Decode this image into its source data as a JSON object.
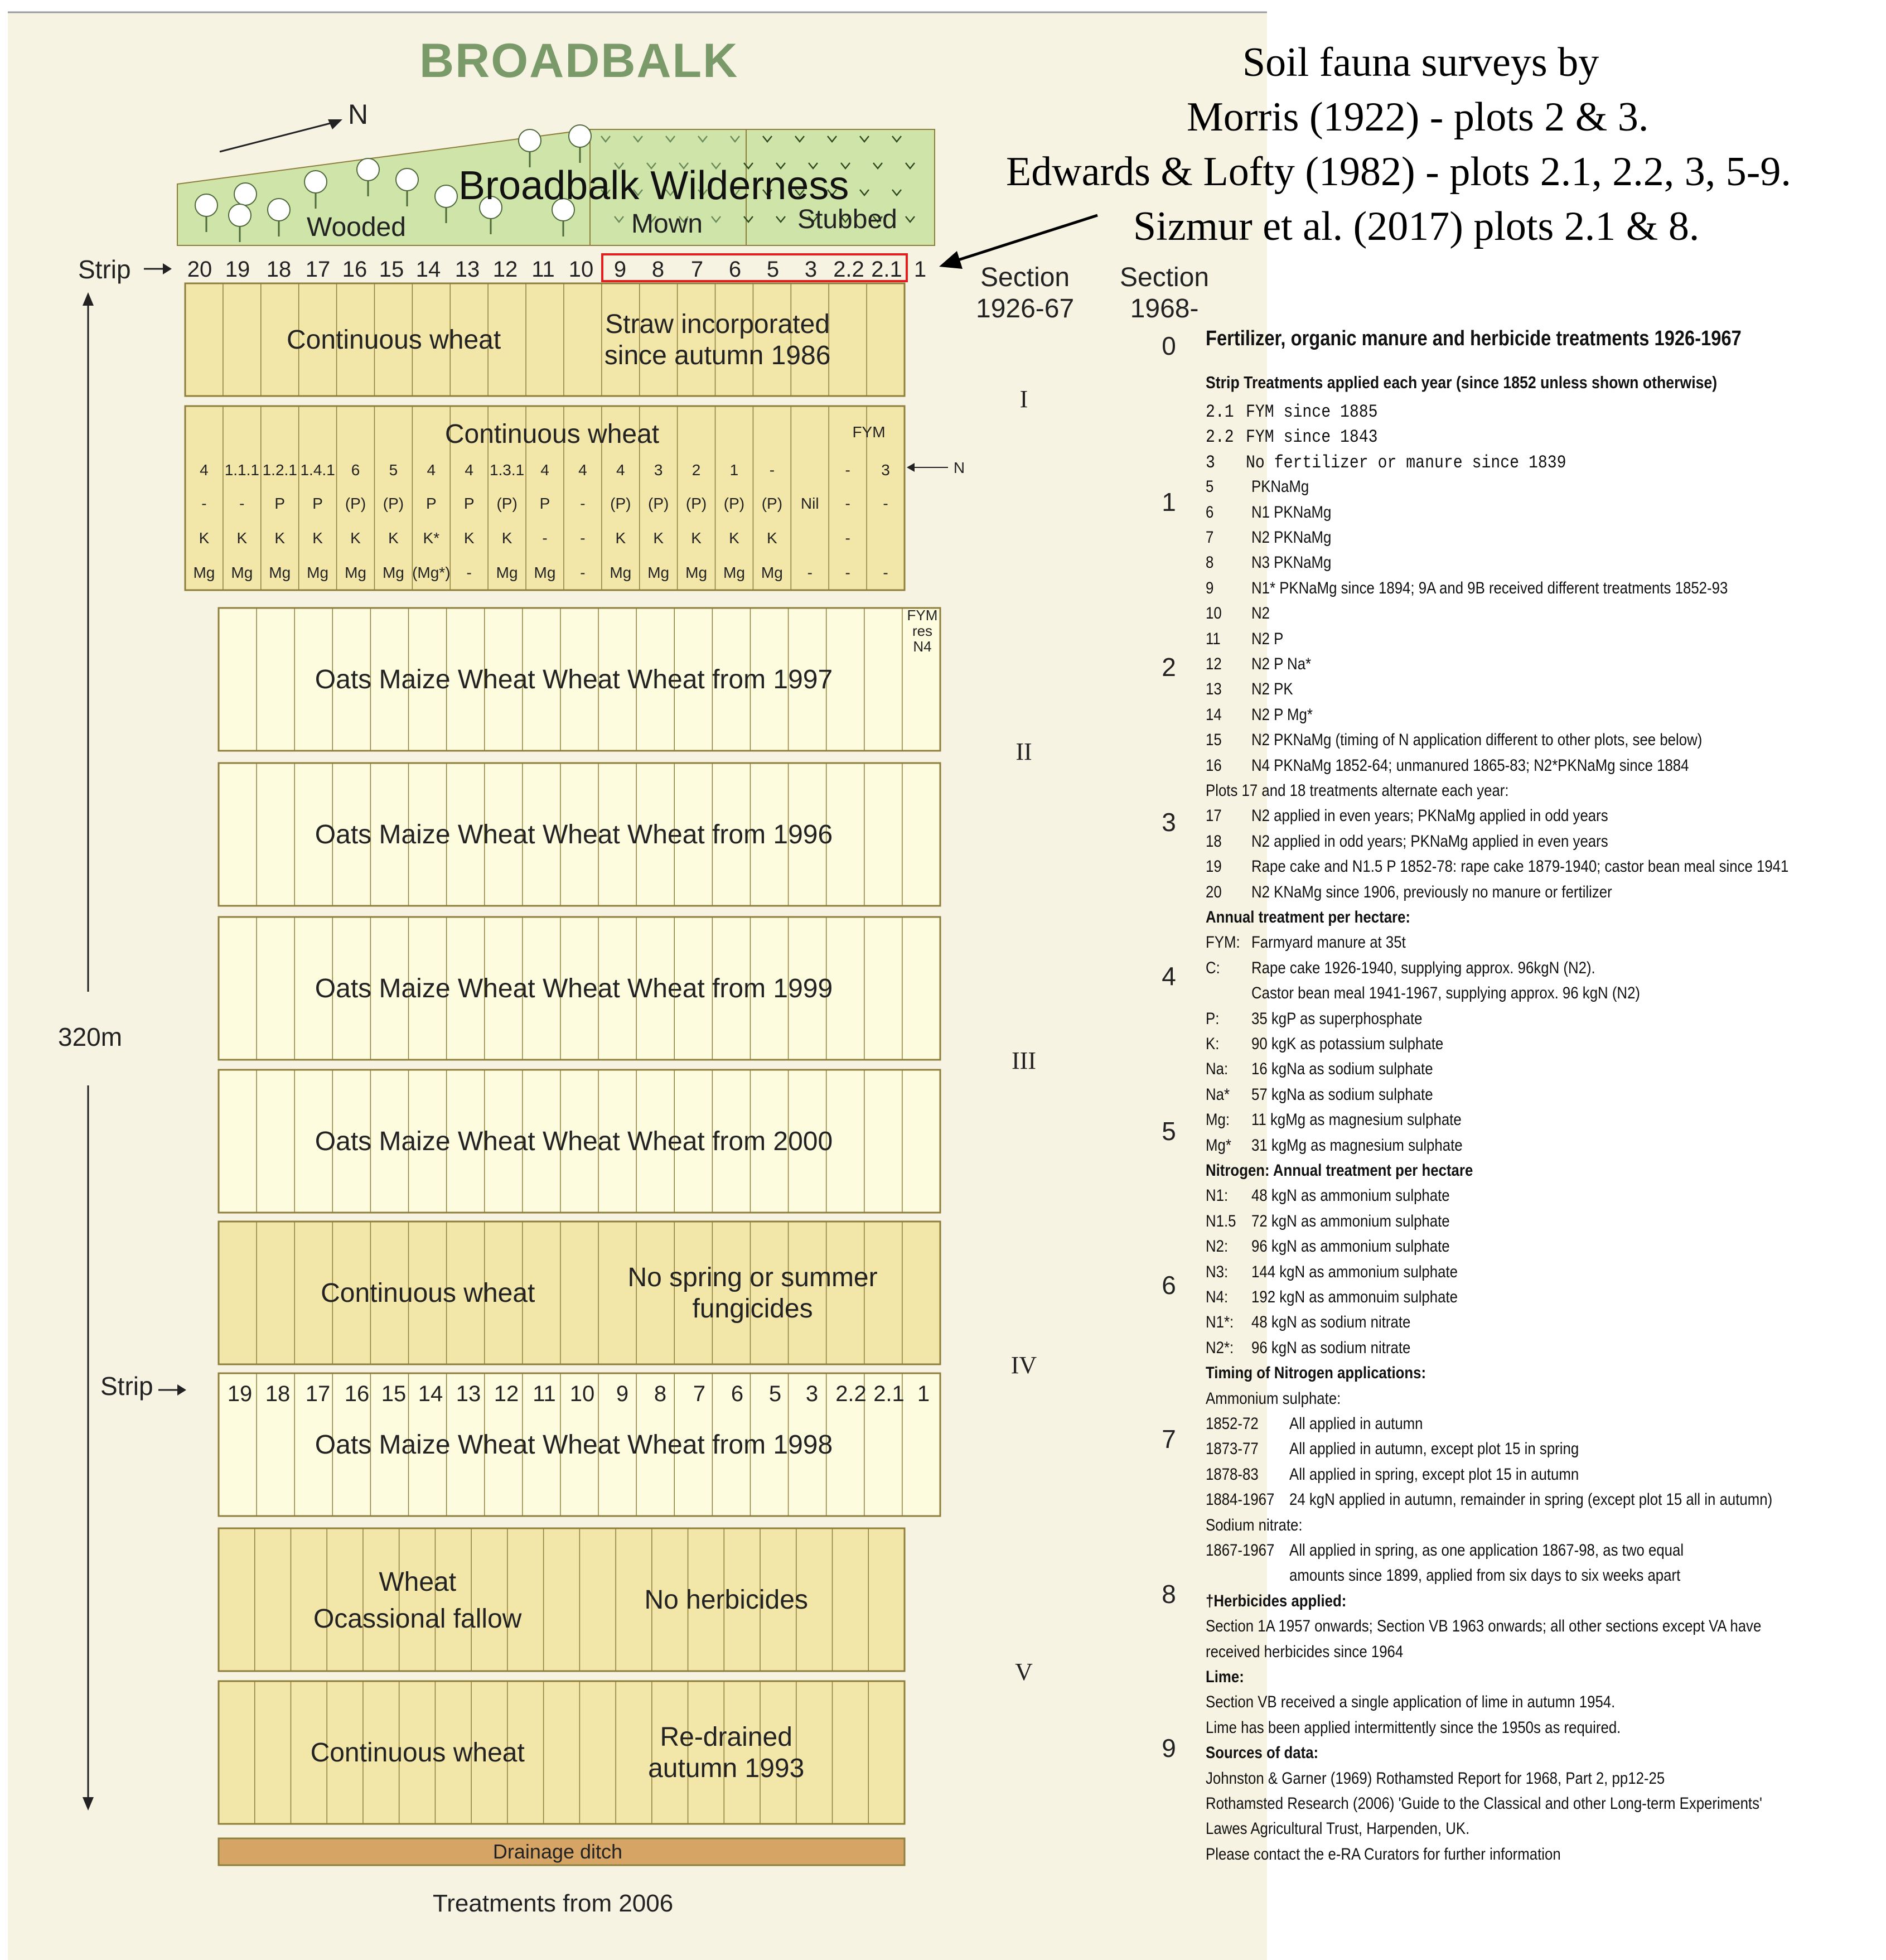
{
  "colors": {
    "panel_bg": "#f7f3e3",
    "strip_light": "#fefcde",
    "strip_dark": "#f2e6a8",
    "border": "#8e7e3c",
    "wilderness": "#cfe4a8",
    "ditch": "#d6a566",
    "title_green": "#7a9a6a",
    "highlight_red": "#e02020"
  },
  "title": "BROADBALK",
  "north_label": "N",
  "survey": {
    "lines": [
      "Soil fauna surveys by",
      "Morris (1922) - plots 2 & 3.",
      "Edwards & Lofty (1982) - plots 2.1, 2.2, 3, 5-9.",
      "Sizmur et al. (2017) plots 2.1 & 8."
    ]
  },
  "wilderness": {
    "title": "Broadbalk Wilderness",
    "wooded": "Wooded",
    "mown": "Mown",
    "stubbed": "Stubbed"
  },
  "strip_label": "Strip",
  "strip_numbers_top": [
    "20",
    "19",
    "18",
    "17",
    "16",
    "15",
    "14",
    "13",
    "12",
    "11",
    "10",
    "9",
    "8",
    "7",
    "6",
    "5",
    "3",
    "2.2",
    "2.1",
    "1"
  ],
  "strip_numbers_lower": [
    "19",
    "18",
    "17",
    "16",
    "15",
    "14",
    "13",
    "12",
    "11",
    "10",
    "9",
    "8",
    "7",
    "6",
    "5",
    "3",
    "2.2",
    "2.1",
    "1"
  ],
  "section_headers": {
    "old": "Section\n1926-67",
    "new": "Section\n1968-"
  },
  "roman_sections": [
    "I",
    "II",
    "III",
    "IV",
    "V"
  ],
  "new_section_numbers": [
    "0",
    "1",
    "2",
    "3",
    "4",
    "5",
    "6",
    "7",
    "8",
    "9"
  ],
  "length_label": "320m",
  "sections": [
    {
      "label_left": "Continuous wheat",
      "label_right": "Straw incorporated\nsince autumn 1986"
    },
    {
      "label_center": "Continuous wheat"
    },
    {
      "label_center": "Oats Maize Wheat Wheat Wheat from 1997"
    },
    {
      "label_center": "Oats Maize Wheat Wheat Wheat from 1996"
    },
    {
      "label_center": "Oats Maize Wheat Wheat Wheat from 1999"
    },
    {
      "label_center": "Oats Maize Wheat Wheat Wheat from 2000"
    },
    {
      "label_left": "Continuous wheat",
      "label_right": "No spring or summer\nfungicides"
    },
    {
      "label_center": "Oats Maize Wheat Wheat Wheat from 1998"
    },
    {
      "label_left": "Wheat\nOcassional fallow",
      "label_right": "No herbicides"
    },
    {
      "label_left": "Continuous wheat",
      "label_right": "Re-drained\nautumn 1993"
    }
  ],
  "sec1_fym": "FYM",
  "fym_res": "FYM\nres\nN4",
  "treatment_table": {
    "rows": [
      [
        "4",
        "1.1.1",
        "1.2.1",
        "1.4.1",
        "6",
        "5",
        "4",
        "4",
        "1.3.1",
        "4",
        "4",
        "4",
        "3",
        "2",
        "1",
        "-",
        "",
        "-",
        "3"
      ],
      [
        "-",
        "-",
        "P",
        "P",
        "(P)",
        "(P)",
        "P",
        "P",
        "(P)",
        "P",
        "-",
        "(P)",
        "(P)",
        "(P)",
        "(P)",
        "(P)",
        "Nil",
        "-",
        "-"
      ],
      [
        "K",
        "K",
        "K",
        "K",
        "K",
        "K",
        "K*",
        "K",
        "K",
        "-",
        "-",
        "K",
        "K",
        "K",
        "K",
        "K",
        "",
        "-",
        ""
      ],
      [
        "Mg",
        "Mg",
        "Mg",
        "Mg",
        "Mg",
        "Mg",
        "(Mg*)",
        "-",
        "Mg",
        "Mg",
        "-",
        "Mg",
        "Mg",
        "Mg",
        "Mg",
        "Mg",
        "-",
        "-",
        "-"
      ]
    ]
  },
  "ditch_label": "Drainage ditch",
  "footer": "Treatments  from 2006",
  "legend": {
    "title": "Fertilizer, organic manure  and herbicide treatments 1926-1967",
    "subtitle": "Strip  Treatments applied each year (since 1852 unless shown otherwise)",
    "strip_entries": [
      {
        "code": "2.1",
        "text": "FYM since 1885",
        "mono": true
      },
      {
        "code": "2.2",
        "text": "FYM since 1843",
        "mono": true
      },
      {
        "code": "3",
        "text": "No fertilizer or manure since 1839",
        "mono": true
      },
      {
        "code": "5",
        "text": "PKNaMg"
      },
      {
        "code": "6",
        "text": "N1 PKNaMg"
      },
      {
        "code": "7",
        "text": "N2 PKNaMg"
      },
      {
        "code": "8",
        "text": "N3 PKNaMg"
      },
      {
        "code": "9",
        "text": "N1* PKNaMg since 1894; 9A and 9B received different treatments 1852-93"
      },
      {
        "code": "10",
        "text": "N2"
      },
      {
        "code": "11",
        "text": "N2 P"
      },
      {
        "code": "12",
        "text": "N2 P Na*"
      },
      {
        "code": "13",
        "text": "N2 PK"
      },
      {
        "code": "14",
        "text": "N2 P Mg*"
      },
      {
        "code": "15",
        "text": "N2 PKNaMg (timing of N application different to other plots, see below)"
      },
      {
        "code": "16",
        "text": "N4 PKNaMg 1852-64; unmanured 1865-83; N2*PKNaMg since 1884"
      }
    ],
    "plots_note": "Plots 17 and 18 treatments alternate each year:",
    "alt_entries": [
      {
        "code": "17",
        "text": "N2 applied in even years; PKNaMg applied in odd years"
      },
      {
        "code": "18",
        "text": "N2 applied in odd years; PKNaMg applied in even years"
      },
      {
        "code": "19",
        "text": "Rape cake and N1.5 P 1852-78: rape cake 1879-1940; castor bean meal since 1941"
      },
      {
        "code": "20",
        "text": "N2 KNaMg since 1906, previously no manure or fertilizer"
      }
    ],
    "annual_heading": "Annual treatment per hectare:",
    "annual_entries": [
      {
        "code": "FYM:",
        "text": "Farmyard manure at 35t"
      },
      {
        "code": "C:",
        "text": "Rape cake 1926-1940, supplying approx. 96kgN (N2)."
      },
      {
        "code": "",
        "text": "Castor bean meal 1941-1967, supplying approx. 96 kgN (N2)"
      },
      {
        "code": "P:",
        "text": "35 kgP as superphosphate"
      },
      {
        "code": "K:",
        "text": "90 kgK as potassium sulphate"
      },
      {
        "code": "Na:",
        "text": "16 kgNa as sodium sulphate"
      },
      {
        "code": "Na*",
        "text": "57 kgNa as sodium sulphate"
      },
      {
        "code": "Mg:",
        "text": "11 kgMg as magnesium sulphate"
      },
      {
        "code": "Mg*",
        "text": "31 kgMg as magnesium sulphate"
      }
    ],
    "nitrogen_heading": "Nitrogen: Annual treatment per hectare",
    "nitrogen_entries": [
      {
        "code": "N1:",
        "text": "48 kgN as ammonium sulphate"
      },
      {
        "code": "N1.5",
        "text": "72 kgN as ammonium sulphate"
      },
      {
        "code": "N2:",
        "text": "96 kgN as ammonium sulphate"
      },
      {
        "code": "N3:",
        "text": "144 kgN as ammonium sulphate"
      },
      {
        "code": "N4:",
        "text": "192 kgN as ammonuim sulphate"
      },
      {
        "code": "N1*:",
        "text": "48 kgN as sodium nitrate"
      },
      {
        "code": "N2*:",
        "text": "96 kgN as sodium nitrate"
      }
    ],
    "timing_heading": "Timing of Nitrogen applications:",
    "ammonium_label": "Ammonium sulphate:",
    "timing_entries": [
      {
        "code": "1852-72",
        "text": "All applied in autumn"
      },
      {
        "code": "1873-77",
        "text": "All applied in autumn, except plot 15 in spring"
      },
      {
        "code": "1878-83",
        "text": "All applied in spring, except plot 15 in autumn"
      },
      {
        "code": "1884-1967",
        "text": "24 kgN applied in autumn, remainder in spring (except plot 15 all in autumn)"
      }
    ],
    "sodium_label": "Sodium nitrate:",
    "sodium_entries": [
      {
        "code": "1867-1967",
        "text": "All applied in spring, as one application 1867-98, as two equal"
      },
      {
        "code": "",
        "text": "amounts since 1899, applied from six days to six weeks apart"
      }
    ],
    "herbicide_heading": "†Herbicides applied:",
    "herbicide_lines": [
      "Section 1A 1957 onwards; Section VB 1963 onwards; all other sections except VA have",
      "received herbicides since 1964"
    ],
    "lime_heading": "Lime:",
    "lime_lines": [
      "Section VB received a single application of lime in autumn 1954.",
      "Lime has been applied intermittently since the 1950s as required."
    ],
    "sources_heading": "Sources of data:",
    "sources_lines": [
      "Johnston & Garner (1969) Rothamsted Report for 1968, Part 2, pp12-25",
      "Rothamsted Research (2006) 'Guide to the Classical and other Long-term Experiments'",
      "Lawes Agricultural Trust, Harpenden, UK.",
      "Please contact the e-RA Curators for further information"
    ]
  }
}
